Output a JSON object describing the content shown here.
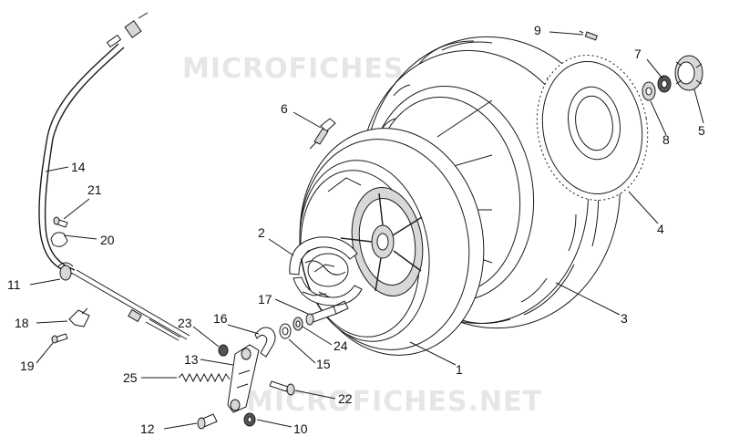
{
  "watermarks": [
    "MICROFICHES.NET",
    "MICROFICHES.NET"
  ],
  "colors": {
    "line": "#1a1a1a",
    "watermark": "#e6e6e6",
    "background": "#ffffff"
  },
  "callouts": [
    {
      "id": "1",
      "part": "rim"
    },
    {
      "id": "2",
      "part": "brake-shoe"
    },
    {
      "id": "3",
      "part": "tyre"
    },
    {
      "id": "4",
      "part": "brake-disc-cover"
    },
    {
      "id": "5",
      "part": "hub-cap"
    },
    {
      "id": "6",
      "part": "valve"
    },
    {
      "id": "7",
      "part": "nut"
    },
    {
      "id": "8",
      "part": "washer"
    },
    {
      "id": "9",
      "part": "screw"
    },
    {
      "id": "10",
      "part": "nut"
    },
    {
      "id": "11",
      "part": "cable-clamp"
    },
    {
      "id": "12",
      "part": "pin"
    },
    {
      "id": "13",
      "part": "brake-lever"
    },
    {
      "id": "14",
      "part": "brake-cable"
    },
    {
      "id": "15",
      "part": "washer"
    },
    {
      "id": "16",
      "part": "indicator-plate"
    },
    {
      "id": "17",
      "part": "cam-shaft"
    },
    {
      "id": "18",
      "part": "bracket"
    },
    {
      "id": "19",
      "part": "screw"
    },
    {
      "id": "20",
      "part": "clip"
    },
    {
      "id": "21",
      "part": "screw"
    },
    {
      "id": "22",
      "part": "screw"
    },
    {
      "id": "23",
      "part": "nut"
    },
    {
      "id": "24",
      "part": "ring"
    },
    {
      "id": "25",
      "part": "spring"
    }
  ]
}
